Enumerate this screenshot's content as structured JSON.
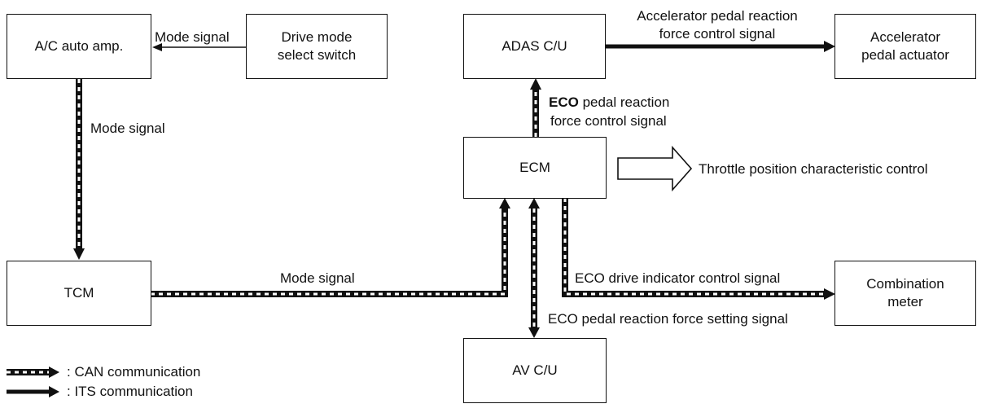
{
  "boxes": {
    "ac_auto_amp": "A/C auto amp.",
    "drive_mode_switch": "Drive mode\nselect switch",
    "adas_cu": "ADAS C/U",
    "accelerator_actuator": "Accelerator\npedal actuator",
    "ecm": "ECM",
    "tcm": "TCM",
    "combination_meter": "Combination\nmeter",
    "av_cu": "AV C/U"
  },
  "signals": {
    "mode_signal_top": "Mode signal",
    "mode_signal_left": "Mode signal",
    "mode_signal_tcm": "Mode signal",
    "accel_reaction": "Accelerator pedal reaction\nforce control signal",
    "eco_pedal_reaction_line1": "ECO",
    "eco_pedal_reaction_line1_rest": " pedal reaction",
    "eco_pedal_reaction_line2": "force control signal",
    "throttle_control": "Throttle position characteristic control",
    "eco_drive_indicator": "ECO drive indicator control signal",
    "eco_pedal_setting": "ECO pedal reaction force setting signal"
  },
  "legend": {
    "can": ": CAN communication",
    "its": ": ITS communication"
  }
}
